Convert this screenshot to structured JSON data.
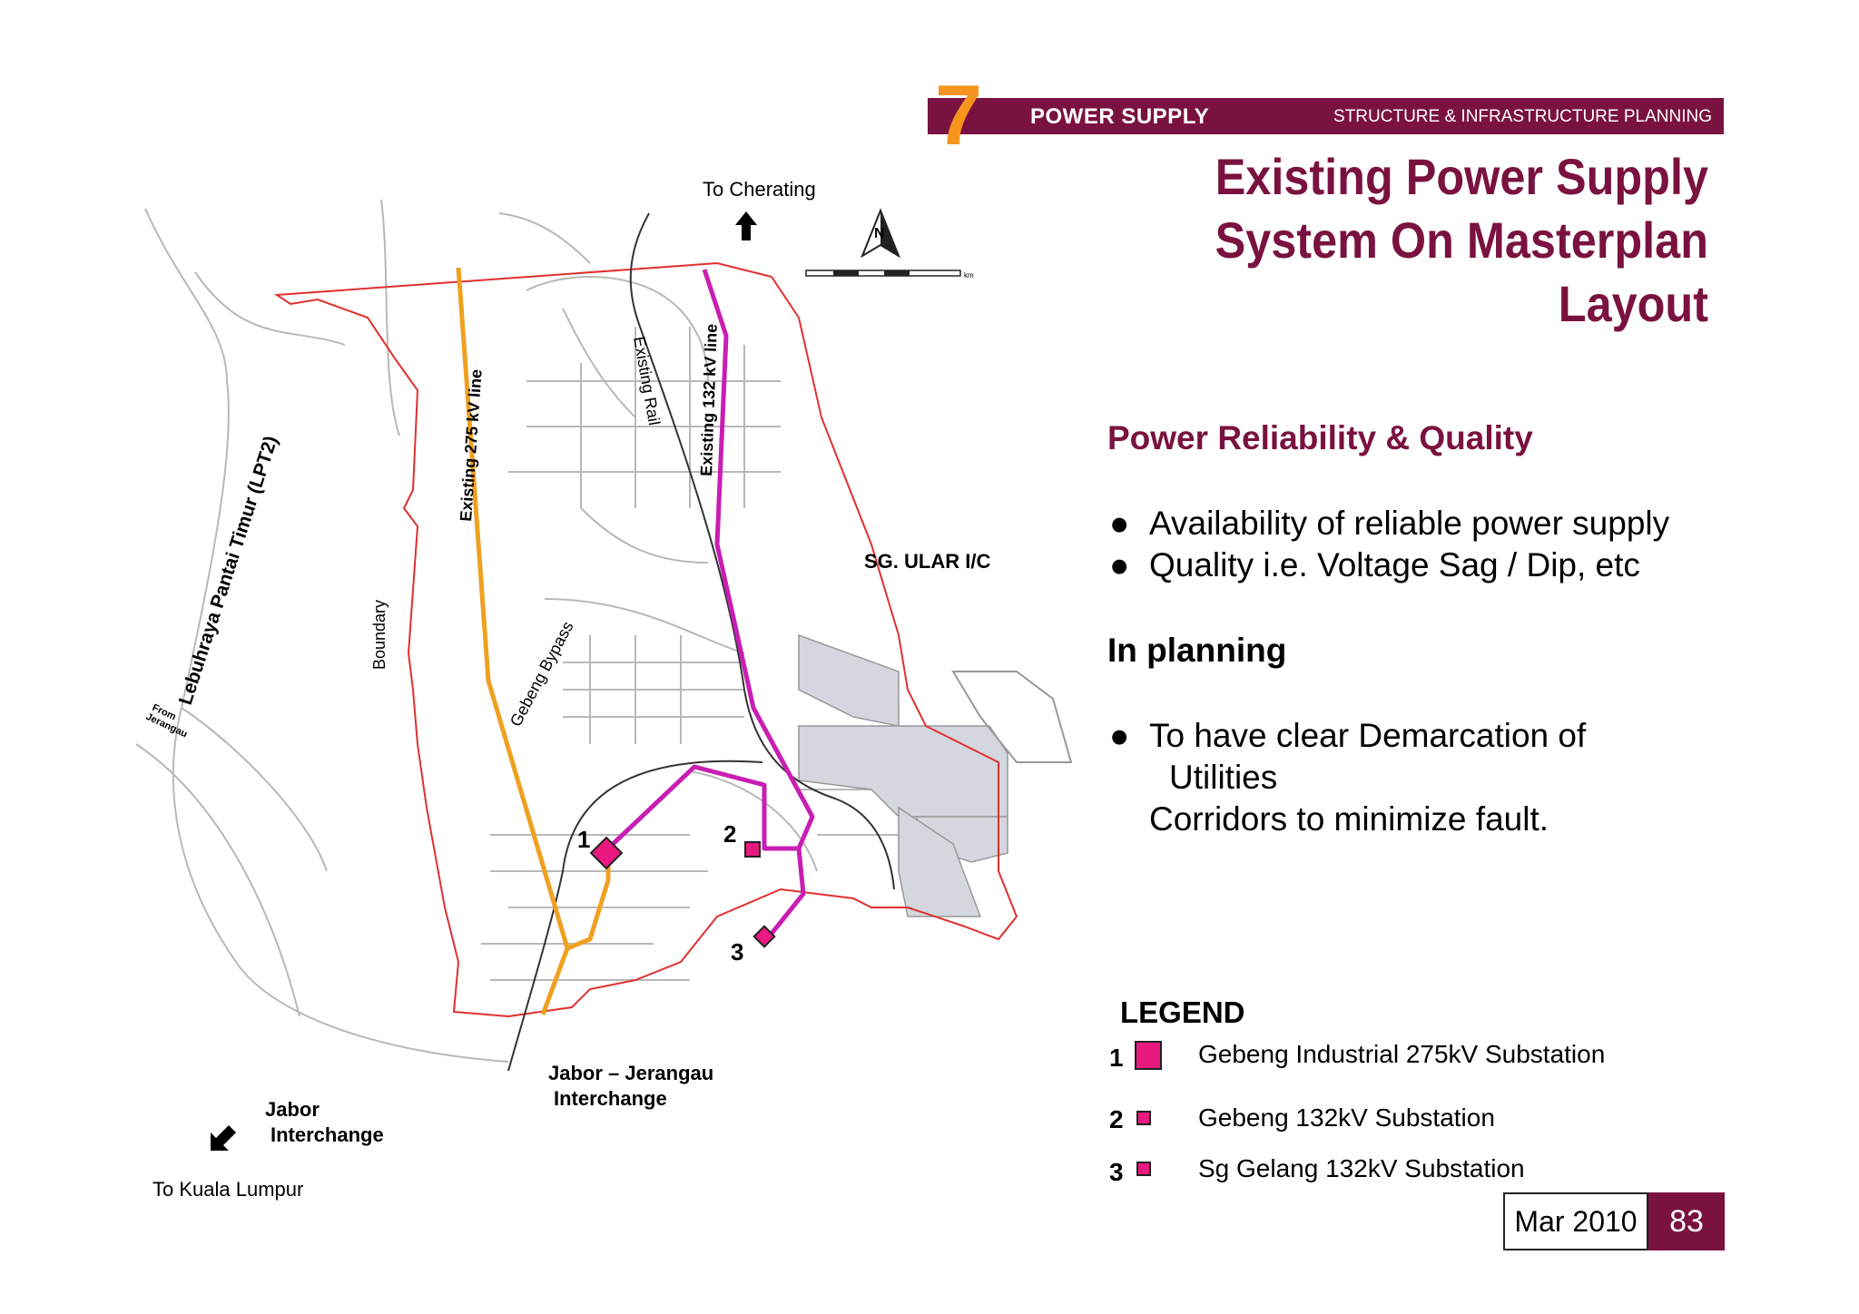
{
  "header": {
    "section_number": "7",
    "section_title": "POWER SUPPLY",
    "section_subtitle": "STRUCTURE & INFRASTRUCTURE PLANNING"
  },
  "title": {
    "line1": "Existing Power Supply",
    "line2": "System On Masterplan",
    "line3": "Layout"
  },
  "reliability": {
    "heading": "Power Reliability & Quality",
    "bullets": [
      "Availability of reliable power supply",
      "Quality i.e. Voltage Sag / Dip, etc"
    ]
  },
  "planning": {
    "heading": "In planning",
    "bullet_line1": "To have clear Demarcation of",
    "bullet_line2": "Utilities",
    "bullet_line3": "Corridors to minimize fault."
  },
  "legend": {
    "title": "LEGEND",
    "items": [
      {
        "number": "1",
        "label": "Gebeng Industrial 275kV Substation"
      },
      {
        "number": "2",
        "label": "Gebeng 132kV Substation"
      },
      {
        "number": "3",
        "label": "Sg Gelang 132kV Substation"
      }
    ]
  },
  "footer": {
    "date": "Mar 2010",
    "page": "83"
  },
  "map": {
    "to_cherating": "To Cherating",
    "to_kuala_lumpur": "To Kuala Lumpur",
    "jabor_interchange_1": "Jabor",
    "jabor_interchange_2": "Interchange",
    "jabor_jerangau_1": "Jabor – Jerangau",
    "jabor_jerangau_2": "Interchange",
    "sg_ular": "SG. ULAR I/C",
    "existing_275": "Existing 275 kV line",
    "existing_132": "Existing 132 kV line",
    "existing_rail": "Existing Rail",
    "gebeng_bypass": "Gebeng Bypass",
    "boundary": "Boundary",
    "lpt2": "Lebuhraya Pantai Timur (LPT2)",
    "from_jerangau_1": "From",
    "from_jerangau_2": "Jerangau",
    "sub1": "1",
    "sub2": "2",
    "sub3": "3",
    "north": "N",
    "scale_unit": "km",
    "colors": {
      "line_275kv": "#f0a020",
      "line_132kv": "#c81eb4",
      "boundary": "#e03030",
      "substation": "#e8197f",
      "accent": "#7a1240"
    }
  }
}
